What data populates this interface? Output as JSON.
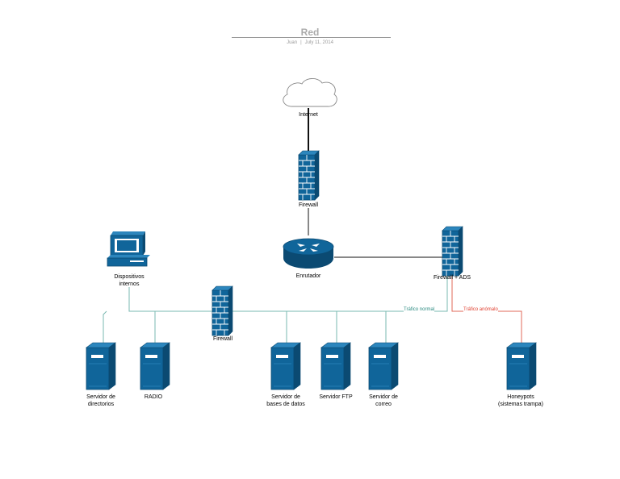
{
  "header": {
    "title": "Red",
    "author": "Juan",
    "date": "July 11, 2014"
  },
  "nodes": {
    "internet": "Internet",
    "firewall_top": "Firewall",
    "router": "Enrutador",
    "firewall_ads": "Firewall + ADS",
    "internal_devices": "Dispositivos\ninternos",
    "firewall_lan": "Firewall",
    "directory_server": "Servidor de\ndirectorios",
    "radio": "RADIO",
    "db_server": "Servidor de\nbases de datos",
    "ftp_server": "Servidor FTP",
    "mail_server": "Servidor de\ncorreo",
    "honeypots": "Honeypots\n(sistemas trampa)"
  },
  "edges": {
    "normal_traffic": "Tráfico normal",
    "anomalous_traffic": "Tráfico anómalo"
  },
  "colors": {
    "device_fill": "#10659a",
    "device_edge": "#0b4a72",
    "normal_line": "#7ab8b0",
    "anomalous_line": "#e06a5a",
    "normal_text": "#2a8a80",
    "anomalous_text": "#e04030",
    "link_dark": "#111111"
  }
}
